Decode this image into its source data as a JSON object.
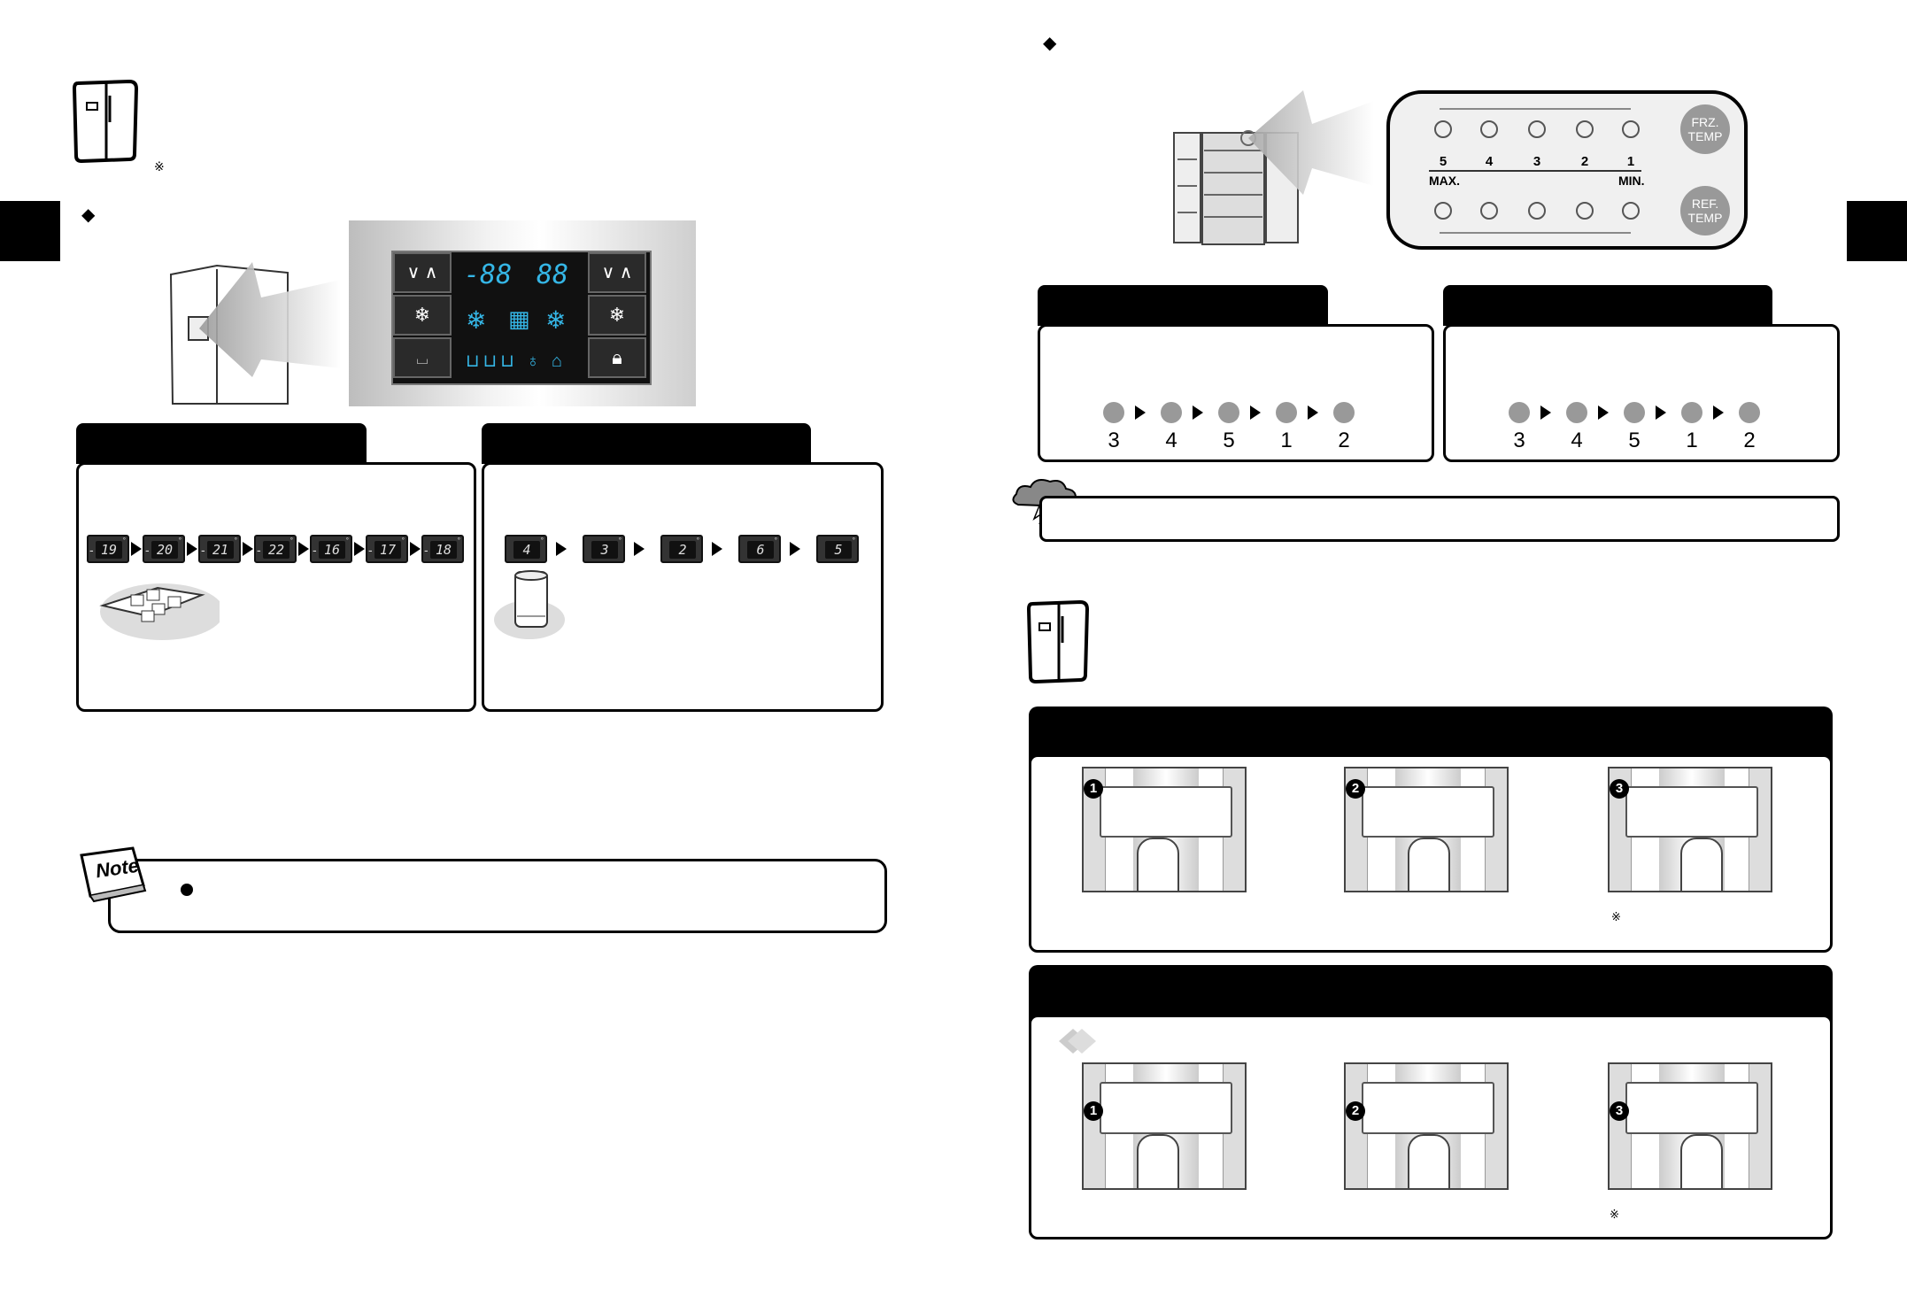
{
  "left_page": {
    "note_label": "Note",
    "asterisk_mark": "※",
    "bullet_mark": "◆"
  },
  "control_panel": {
    "display_left": "-88",
    "display_right": "88"
  },
  "freezer_box": {
    "sequence": [
      "-19",
      "-20",
      "-21",
      "-22",
      "-16",
      "-17",
      "-18"
    ]
  },
  "fridge_box": {
    "sequence": [
      "4",
      "3",
      "2",
      "6",
      "5"
    ]
  },
  "dial_panel": {
    "levels": [
      "5",
      "4",
      "3",
      "2",
      "1"
    ],
    "max_label": "MAX.",
    "min_label": "MIN.",
    "frz_button": "FRZ. TEMP",
    "ref_button": "REF. TEMP"
  },
  "sequence_boxes": {
    "order": [
      "3",
      "4",
      "5",
      "1",
      "2"
    ]
  },
  "right_page": {
    "bullet_mark": "◆",
    "asterisk_mark": "※"
  },
  "steps_top": [
    "1",
    "2",
    "3"
  ],
  "steps_bottom": [
    "1",
    "2",
    "3"
  ]
}
